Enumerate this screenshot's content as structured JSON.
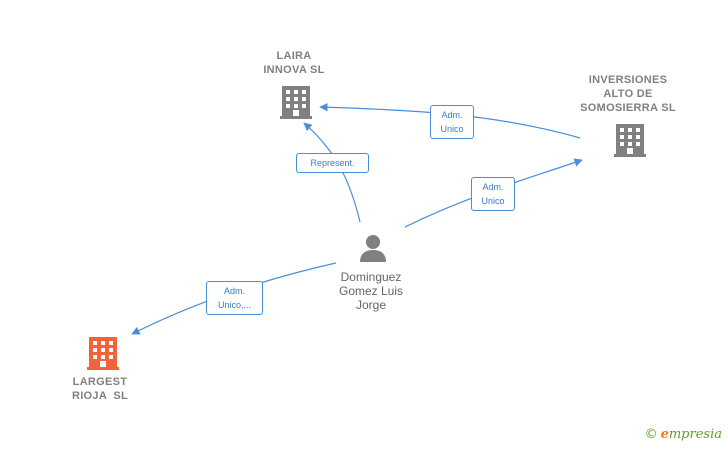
{
  "nodes": {
    "laira": {
      "line1": "LAIRA",
      "line2": "INNOVA SL"
    },
    "inversiones": {
      "line1": "INVERSIONES",
      "line2": "ALTO DE",
      "line3": "SOMOSIERRA SL"
    },
    "largest": {
      "line1": "LARGEST",
      "line2": "RIOJA  SL"
    },
    "person": {
      "line1": "Dominguez",
      "line2": "Gomez Luis",
      "line3": "Jorge"
    }
  },
  "edges": {
    "represent": {
      "line1": "Represent."
    },
    "adm_inversiones_laira": {
      "line1": "Adm.",
      "line2": "Unico"
    },
    "adm_person_inversiones": {
      "line1": "Adm.",
      "line2": "Unico"
    },
    "adm_person_largest": {
      "line1": "Adm.",
      "line2": "Unico,..."
    }
  },
  "colors": {
    "edge": "#4a8fd6",
    "company": "#808080",
    "highlight_company": "#f4623a",
    "person": "#808080"
  },
  "brand": {
    "copyright": "©",
    "initial": "e",
    "rest": "mpresia"
  }
}
